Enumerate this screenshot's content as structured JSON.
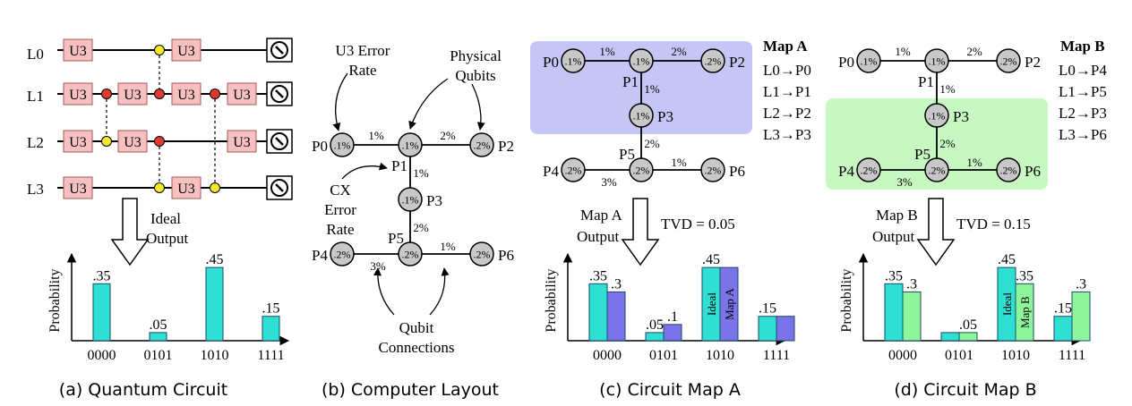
{
  "panel_a": {
    "caption": "(a) Quantum Circuit",
    "lines": [
      "L0",
      "L1",
      "L2",
      "L3"
    ],
    "gate_label": "U3",
    "arrow_label_1": "Ideal",
    "arrow_label_2": "Output"
  },
  "panel_b": {
    "caption": "(b) Computer Layout",
    "u3_error_1": "U3 Error",
    "u3_error_2": "Rate",
    "physical_1": "Physical",
    "physical_2": "Qubits",
    "cx_error_1": "CX",
    "cx_error_2": "Error",
    "cx_error_3": "Rate",
    "connections_1": "Qubit",
    "connections_2": "Connections"
  },
  "layout": {
    "qubits": [
      "P0",
      "P1",
      "P2",
      "P3",
      "P4",
      "P5",
      "P6"
    ],
    "qubit_errors": [
      ".1%",
      ".1%",
      ".2%",
      ".1%",
      ".2%",
      ".2%",
      ".2%"
    ],
    "edge_errors": {
      "p0_p1": "1%",
      "p1_p2": "2%",
      "p1_p3": "1%",
      "p3_p5": "2%",
      "p4_p5": "3%",
      "p5_p6": "1%"
    }
  },
  "panel_c": {
    "caption": "(c) Circuit Map A",
    "map_title": "Map A",
    "mappings": [
      "L0→P0",
      "L1→P1",
      "L2→P2",
      "L3→P3"
    ],
    "arrow_label_1": "Map A",
    "arrow_label_2": "Output",
    "tvd": "TVD = 0.05",
    "bar_ideal_label": "Ideal",
    "bar_map_label": "Map A"
  },
  "panel_d": {
    "caption": "(d) Circuit Map B",
    "map_title": "Map B",
    "mappings": [
      "L0→P4",
      "L1→P5",
      "L2→P3",
      "L3→P6"
    ],
    "arrow_label_1": "Map B",
    "arrow_label_2": "Output",
    "tvd": "TVD = 0.15",
    "bar_ideal_label": "Ideal",
    "bar_map_label": "Map B"
  },
  "colors": {
    "gate_fill": "#f7c0c0",
    "qubit_fill": "#c8c8c8",
    "ideal_bar": "#2fe0d2",
    "map_a_bar": "#7b74e8",
    "map_b_bar": "#8ff59a",
    "map_a_region": "#c6c6f6",
    "map_b_region": "#c8f8c2",
    "cx_red": "#e23a2e",
    "cx_yellow": "#f5ea2a"
  },
  "chart_data": [
    {
      "type": "bar",
      "ylabel": "Probability",
      "categories": [
        "0000",
        "0101",
        "1010",
        "1111"
      ],
      "series": [
        {
          "values": [
            0.35,
            0.05,
            0.45,
            0.15
          ]
        }
      ],
      "data_labels": [
        ".35",
        ".05",
        ".45",
        ".15"
      ]
    },
    {
      "type": "bar",
      "ylabel": "Probability",
      "categories": [
        "0000",
        "0101",
        "1010",
        "1111"
      ],
      "series": [
        {
          "name": "Ideal",
          "values": [
            0.35,
            0.05,
            0.45,
            0.15
          ],
          "labels": [
            ".35",
            ".05",
            ".45",
            ".15"
          ]
        },
        {
          "name": "Map A",
          "values": [
            0.3,
            0.1,
            0.45,
            0.15
          ],
          "labels": [
            ".3",
            ".1",
            "",
            ""
          ]
        }
      ]
    },
    {
      "type": "bar",
      "ylabel": "Probability",
      "categories": [
        "0000",
        "0101",
        "1010",
        "1111"
      ],
      "series": [
        {
          "name": "Ideal",
          "values": [
            0.35,
            0.05,
            0.45,
            0.15
          ],
          "labels": [
            ".35",
            "",
            ".45",
            ".15"
          ]
        },
        {
          "name": "Map B",
          "values": [
            0.3,
            0.05,
            0.35,
            0.3
          ],
          "labels": [
            ".3",
            ".05",
            ".35",
            ".3"
          ]
        }
      ]
    }
  ]
}
